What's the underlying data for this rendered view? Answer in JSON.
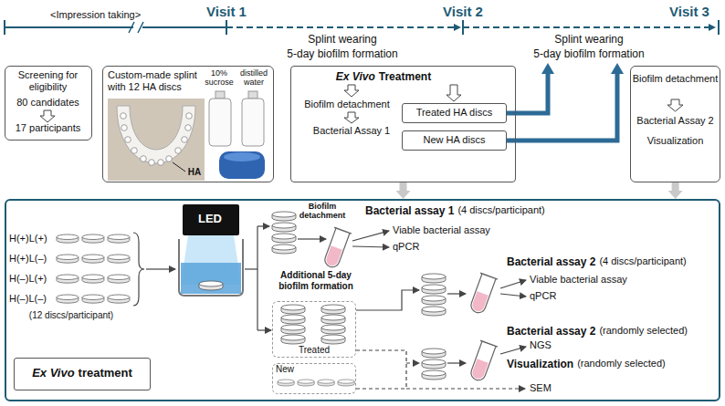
{
  "diagram": {
    "nodes": [
      {
        "text": [
          "Screening for eligibility",
          "80 candidates",
          "17 participants"
        ]
      },
      {
        "text": [
          "Custom-made splint with 12 HA discs",
          "HA",
          "10% sucrose",
          "distilled water"
        ]
      },
      {
        "text": [
          "Ex Vivo",
          "Treatment",
          "Biofilm detachment",
          "Bacterial Assay 1"
        ]
      },
      {
        "text": [
          "Treated HA discs"
        ],
        "in": 2
      },
      {
        "text": [
          "New HA discs"
        ],
        "in": 2
      },
      {
        "text": [
          "Biofilm detachment",
          "Bacterial Assay 2",
          "Visualization"
        ]
      },
      {
        "text": [
          "H(+)L(+)",
          "H(+)L(–)",
          "H(–)L(+)",
          "H(–)L(–)",
          "(12 discs/participant)",
          "Biofilm detachment",
          "Bacterial assay 1",
          "(4 discs/participant)",
          "Viable bacterial assay",
          "qPCR",
          "Additional 5-day biofilm formation",
          "Bacterial assay 2",
          "(4 discs/participant)",
          "Viable bacterial assay",
          "qPCR",
          "Bacterial assay 2",
          "(randomly selected)",
          "NGS",
          "Visualization",
          "(randomly selected)",
          "SEM"
        ]
      },
      {
        "text": [
          "LED"
        ],
        "in": 6
      },
      {
        "text": [
          "Ex Vivo",
          "treatment"
        ],
        "in": 6
      },
      {
        "text": [
          "Treated"
        ],
        "in": 6
      },
      {
        "text": [
          "New"
        ],
        "in": 6
      }
    ],
    "edges": [
      {
        "from": 2,
        "to": 6,
        "arrow": "to"
      },
      {
        "from": 5,
        "to": 6,
        "arrow": "to"
      }
    ],
    "labels": [
      "<Impression taking>",
      "Visit 1",
      "Visit 2",
      "Visit 3",
      "Splint wearing",
      "Splint wearing",
      "5-day biofilm formation",
      "5-day biofilm formation"
    ]
  }
}
